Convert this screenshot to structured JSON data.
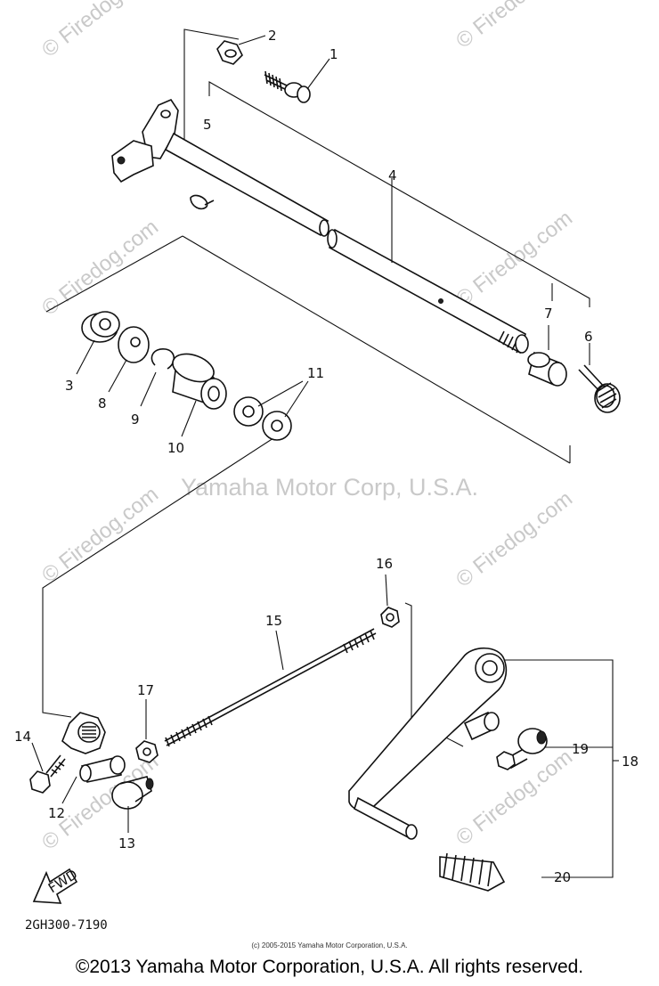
{
  "diagram": {
    "watermark_main": "Yamaha Motor Corp, U.S.A.",
    "watermark_site": "© Firedog.com",
    "drawing_code": "2GH300-7190",
    "small_copyright": "(c) 2005-2015 Yamaha Motor Corporation, U.S.A.",
    "front_arrow_label": "FWD",
    "footer_copyright": "©2013 Yamaha Motor Corporation, U.S.A. All rights reserved.",
    "callouts": {
      "c1": "1",
      "c2": "2",
      "c3": "3",
      "c4": "4",
      "c5": "5",
      "c6": "6",
      "c7": "7",
      "c8": "8",
      "c9": "9",
      "c10": "10",
      "c11": "11",
      "c12": "12",
      "c13": "13",
      "c14": "14",
      "c15": "15",
      "c16": "16",
      "c17": "17",
      "c18": "18",
      "c19": "19",
      "c20": "20"
    }
  }
}
